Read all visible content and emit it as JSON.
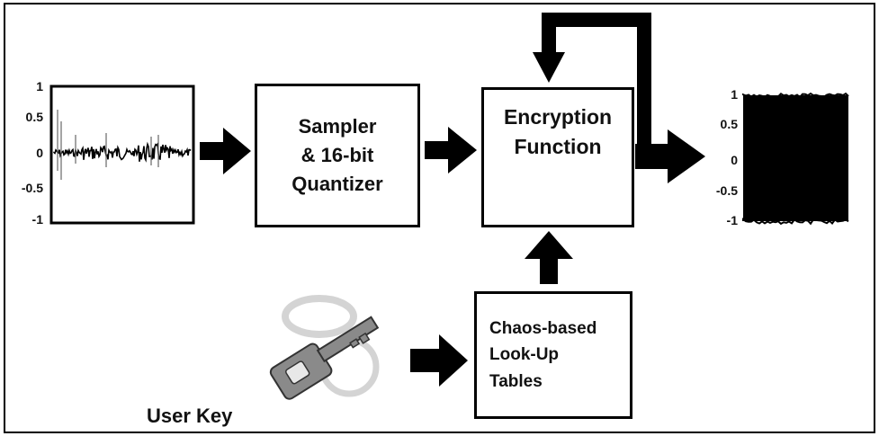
{
  "input_plot": {
    "ticks": [
      "1",
      "0.5",
      "0",
      "-0.5",
      "-1"
    ]
  },
  "output_plot": {
    "ticks": [
      "1",
      "0.5",
      "0",
      "-0.5",
      "-1"
    ]
  },
  "boxes": {
    "sampler": [
      "Sampler",
      "& 16-bit",
      "Quantizer"
    ],
    "encryption": [
      "Encryption",
      "Function"
    ],
    "lut": [
      "Chaos-based",
      "Look-Up",
      "Tables"
    ]
  },
  "user_key_label": "User Key",
  "colors": {
    "line": "#000000",
    "key_body": "#8a8a8a",
    "key_shadow": "#cfcfcf"
  },
  "icons": [
    "key-icon"
  ]
}
